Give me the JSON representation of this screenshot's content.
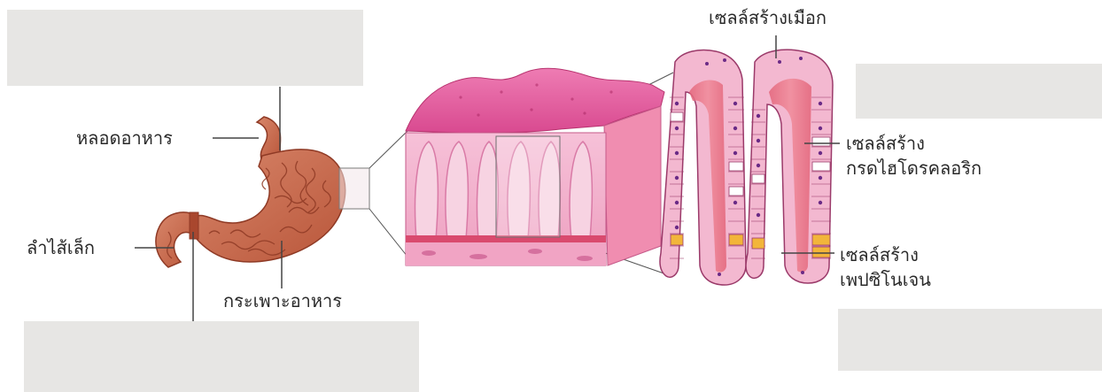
{
  "labels": {
    "esophagus": "หลอดอาหาร",
    "small_intestine": "ลำไส้เล็ก",
    "stomach": "กระเพาะอาหาร",
    "mucous_cell": "เซลล์สร้างเมือก",
    "hcl_cell_line1": "เซลล์สร้าง",
    "hcl_cell_line2": "กรดไฮโดรคลอริก",
    "pepsin_cell_line1": "เซลล์สร้าง",
    "pepsin_cell_line2": "เพปซิโนเจน"
  },
  "colors": {
    "stomach": "#c8684a",
    "stomach_detail": "#8f3a25",
    "tissue_top": "#e25a9e",
    "tissue_side": "#f0a3c7",
    "muscle": "#ef8fa4",
    "gland_interior": "#e0697f",
    "parietal_cell": "#ffffff",
    "chief_cell": "#f2b53a",
    "blank_box": "#e7e6e4"
  }
}
